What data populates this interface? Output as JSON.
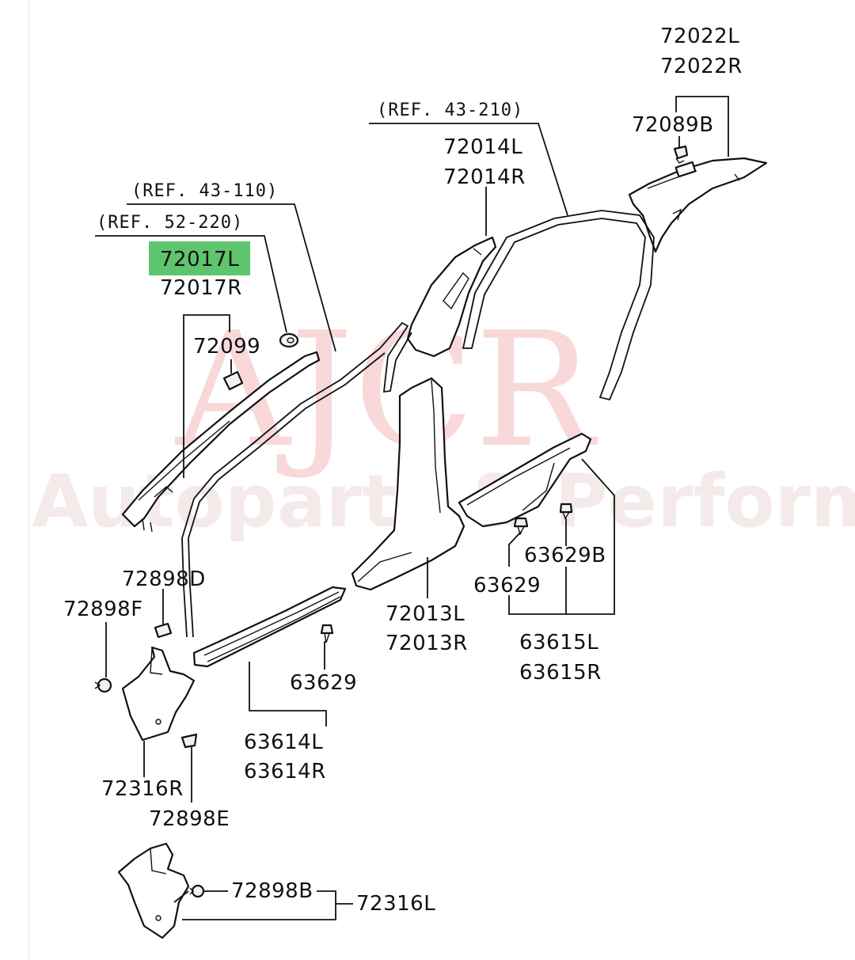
{
  "watermark": {
    "logo": "AJCR",
    "tagline": "Autoparts & Performance"
  },
  "highlight_color": "#5fc46e",
  "refs": [
    "(REF. 43-210)",
    "(REF. 43-110)",
    "(REF. 52-220)"
  ],
  "labels": {
    "p72022L": "72022L",
    "p72022R": "72022R",
    "p72089B": "72089B",
    "p72014L": "72014L",
    "p72014R": "72014R",
    "p72017L": "72017L",
    "p72017R": "72017R",
    "p72099": "72099",
    "p72898D": "72898D",
    "p72898F": "72898F",
    "p63629B": "63629B",
    "p63629_right": "63629",
    "p72013L": "72013L",
    "p72013R": "72013R",
    "p63615L": "63615L",
    "p63615R": "63615R",
    "p63629_mid": "63629",
    "p63614L": "63614L",
    "p63614R": "63614R",
    "p72316R": "72316R",
    "p72898E": "72898E",
    "p72898B": "72898B",
    "p72316L": "72316L"
  }
}
